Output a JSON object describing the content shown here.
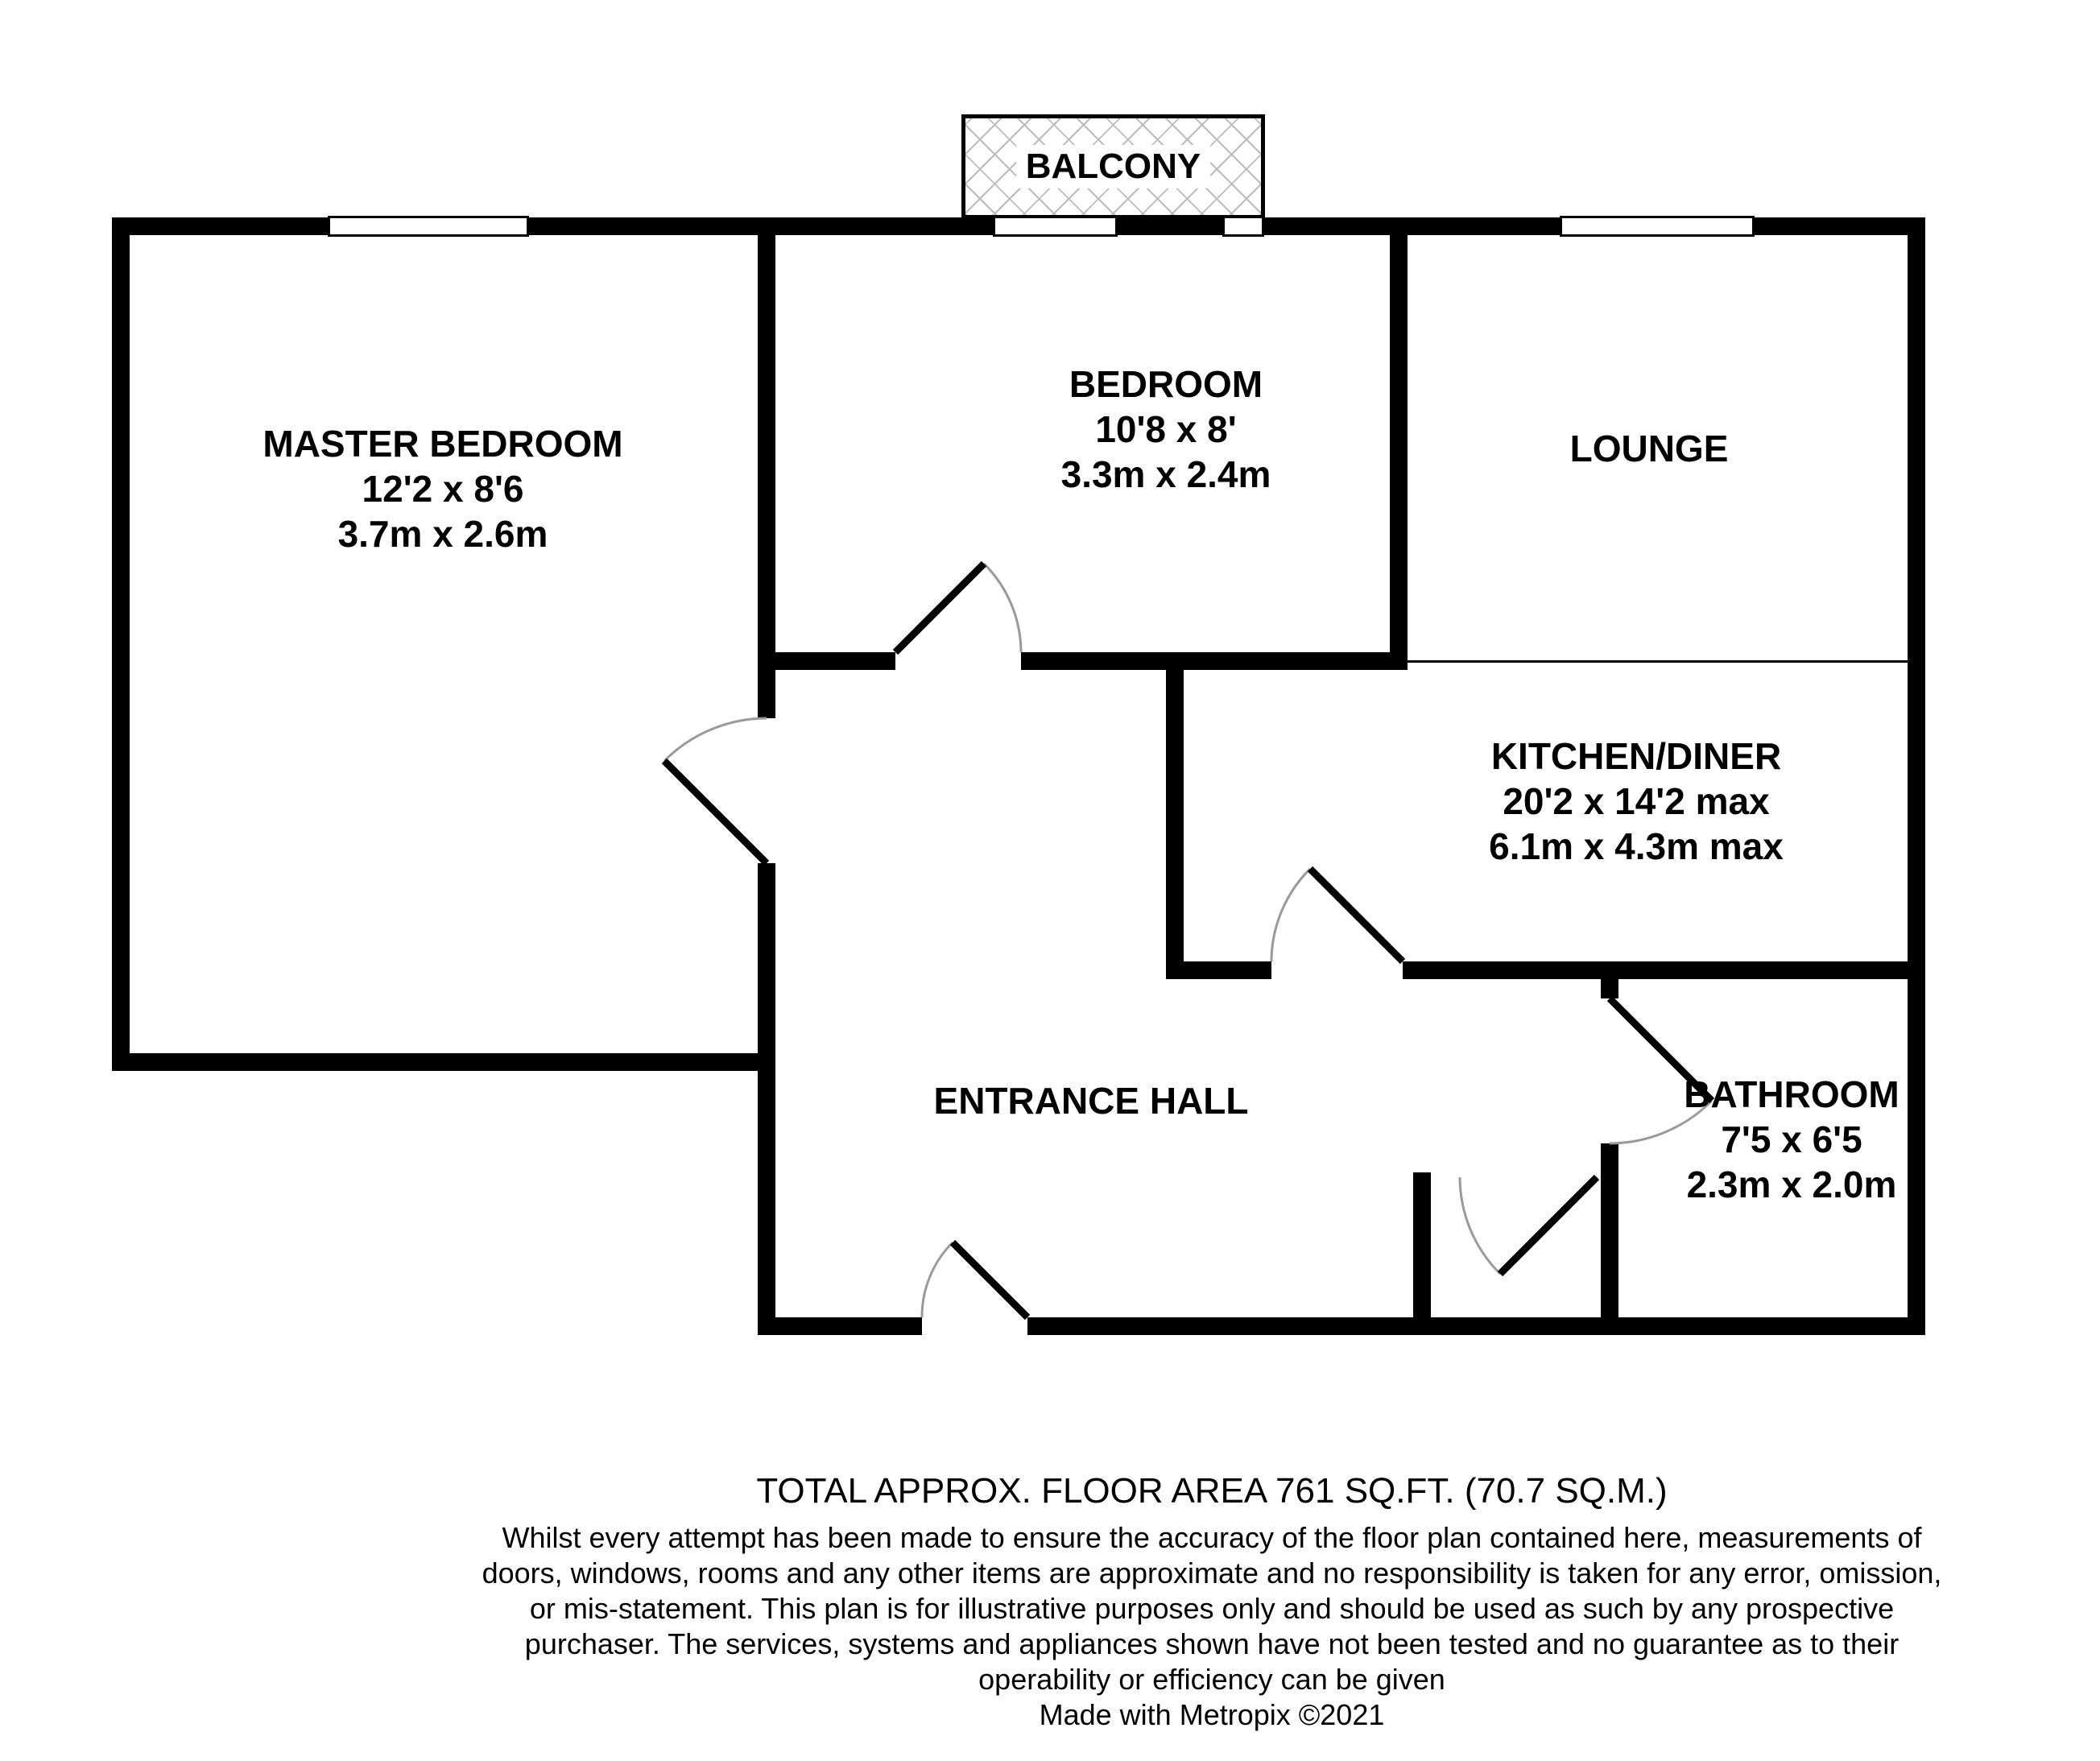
{
  "balcony": {
    "label": "BALCONY"
  },
  "rooms": [
    {
      "name": "MASTER BEDROOM",
      "imperial": "12'2 x 8'6",
      "metric": "3.7m x 2.6m"
    },
    {
      "name": "BEDROOM",
      "imperial": "10'8 x 8'",
      "metric": "3.3m x 2.4m"
    },
    {
      "name": "LOUNGE"
    },
    {
      "name": "KITCHEN/DINER",
      "imperial": "20'2 x 14'2 max",
      "metric": "6.1m x 4.3m max"
    },
    {
      "name": "ENTRANCE HALL"
    },
    {
      "name": "BATHROOM",
      "imperial": "7'5 x 6'5",
      "metric": "2.3m x 2.0m"
    }
  ],
  "footer": {
    "total_area": "TOTAL APPROX. FLOOR AREA 761 SQ.FT. (70.7 SQ.M.)",
    "disclaimer": "Whilst every attempt has been made to ensure the accuracy of the floor plan contained here, measurements of doors, windows, rooms and any other items are approximate and no responsibility is taken for any error, omission, or mis-statement. This plan is for illustrative purposes only and should be used as such by any prospective purchaser. The services, systems and appliances shown have not been tested and no guarantee as to their operability or efficiency can be given",
    "credit": "Made with Metropix ©2021"
  },
  "colors": {
    "wall": "#000000",
    "hatch": "#bcbcbc",
    "door_arc": "#9a9a9a",
    "background": "#ffffff"
  }
}
